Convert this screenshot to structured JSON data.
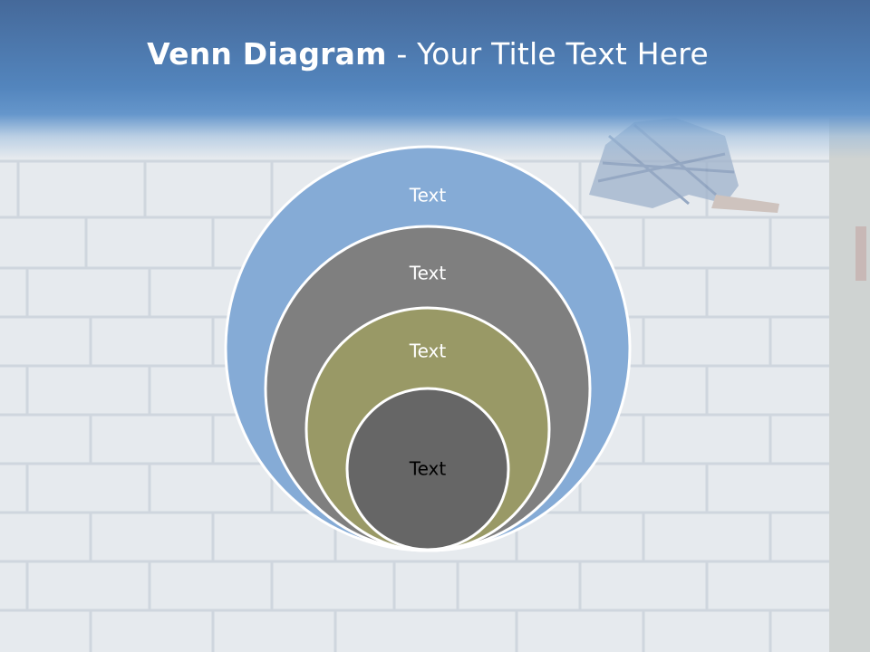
{
  "slide": {
    "title_bold": "Venn Diagram",
    "title_rest": " - Your Title Text Here"
  },
  "venn": {
    "layers": [
      {
        "label": "Text",
        "fill": "#85abd6",
        "text_color": "#ffffff"
      },
      {
        "label": "Text",
        "fill": "#7f7f7f",
        "text_color": "#ffffff"
      },
      {
        "label": "Text",
        "fill": "#999966",
        "text_color": "#ffffff"
      },
      {
        "label": "Text",
        "fill": "#666666",
        "text_color": "#000000"
      }
    ],
    "outline_color": "#ffffff"
  }
}
